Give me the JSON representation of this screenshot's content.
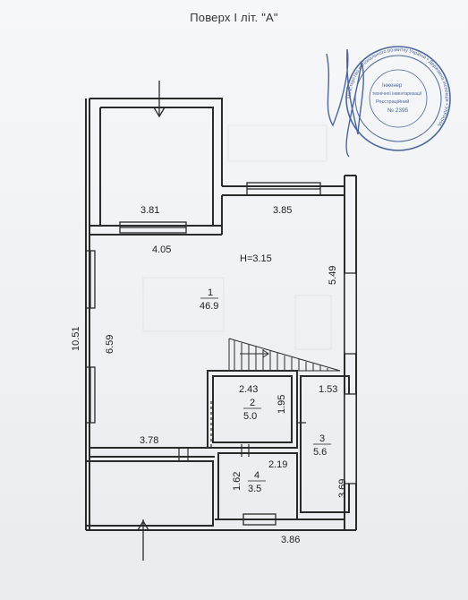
{
  "title": "Поверх I літ. \"А\"",
  "plan": {
    "dims": {
      "top_room_width": "3.81",
      "top_right_width": "3.85",
      "left_bottom_width": "4.05",
      "height_label": "H=3.15",
      "right_height": "5.49",
      "outer_height": "10.51",
      "inner_height": "6.59",
      "room2_width": "2.43",
      "room2_height": "1.95",
      "room3_width": "1.53",
      "room3_height": "3.69",
      "bottom_left": "3.78",
      "room4_width": "2.19",
      "room4_height": "1.62",
      "bottom_total": "3.86"
    },
    "rooms": [
      {
        "number": "1",
        "area": "46.9"
      },
      {
        "number": "2",
        "area": "5.0"
      },
      {
        "number": "3",
        "area": "5.6"
      },
      {
        "number": "4",
        "area": "3.5"
      }
    ]
  },
  "stamp": {
    "lines": [
      "Інженер",
      "технічної інвентаризації",
      "Реєстраційний",
      "№ 2395"
    ],
    "ring_text": "Міністерство регіонального розвитку України • Державна інспекція • УКРАЇНА"
  },
  "colors": {
    "ink": "#222222",
    "stamp": "#2f4c8f",
    "wall": "#2a2a2a"
  }
}
